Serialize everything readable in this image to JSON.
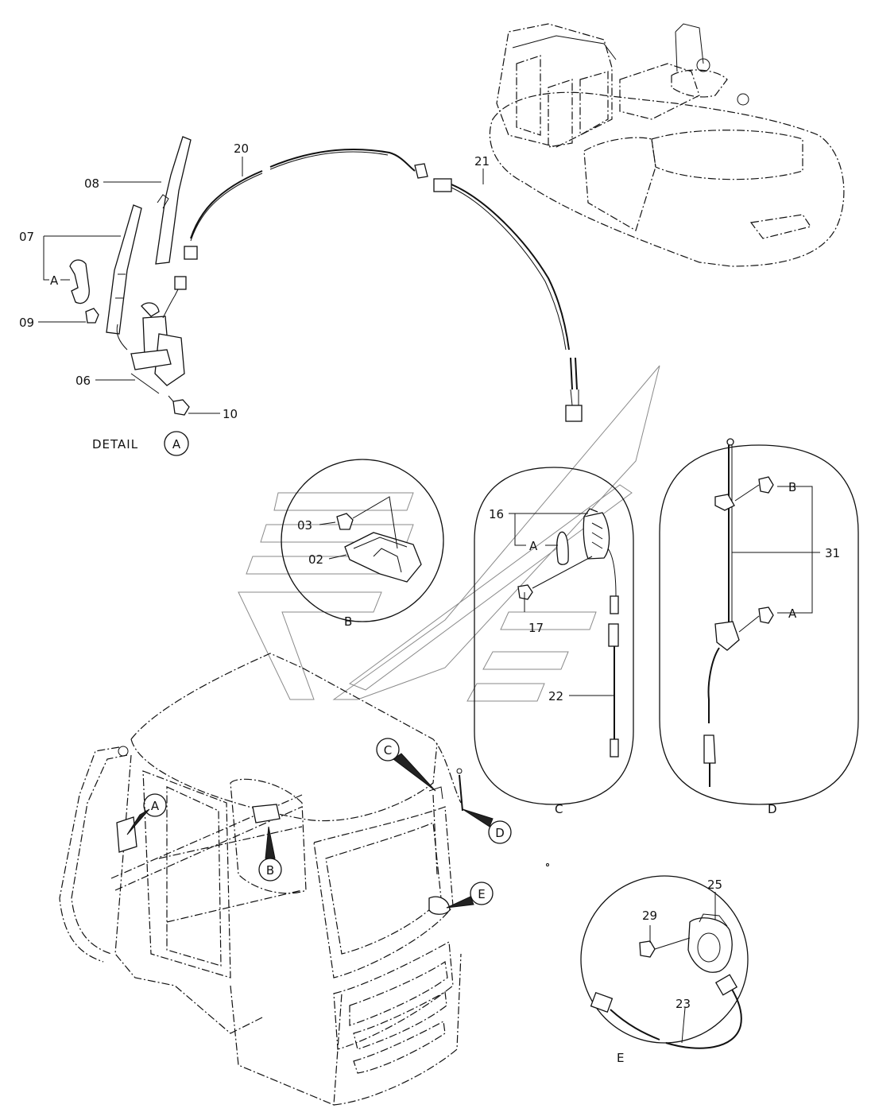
{
  "callouts": {
    "c08": "08",
    "c07": "07",
    "c07a": "A",
    "c09": "09",
    "c06": "06",
    "c10": "10",
    "c20": "20",
    "c21": "21",
    "c03": "03",
    "c02": "02",
    "c16": "16",
    "c16a": "A",
    "c17": "17",
    "c22": "22",
    "c31": "31",
    "c31b": "B",
    "c31a": "A",
    "c29": "29",
    "c25": "25",
    "c23": "23"
  },
  "detail": {
    "label": "DETAIL",
    "letter": "A"
  },
  "circle_labels": {
    "B": "B",
    "C": "C",
    "D": "D",
    "E": "E"
  },
  "cab_markers": {
    "A": "A",
    "B": "B",
    "C": "C",
    "D": "D",
    "E": "E"
  }
}
